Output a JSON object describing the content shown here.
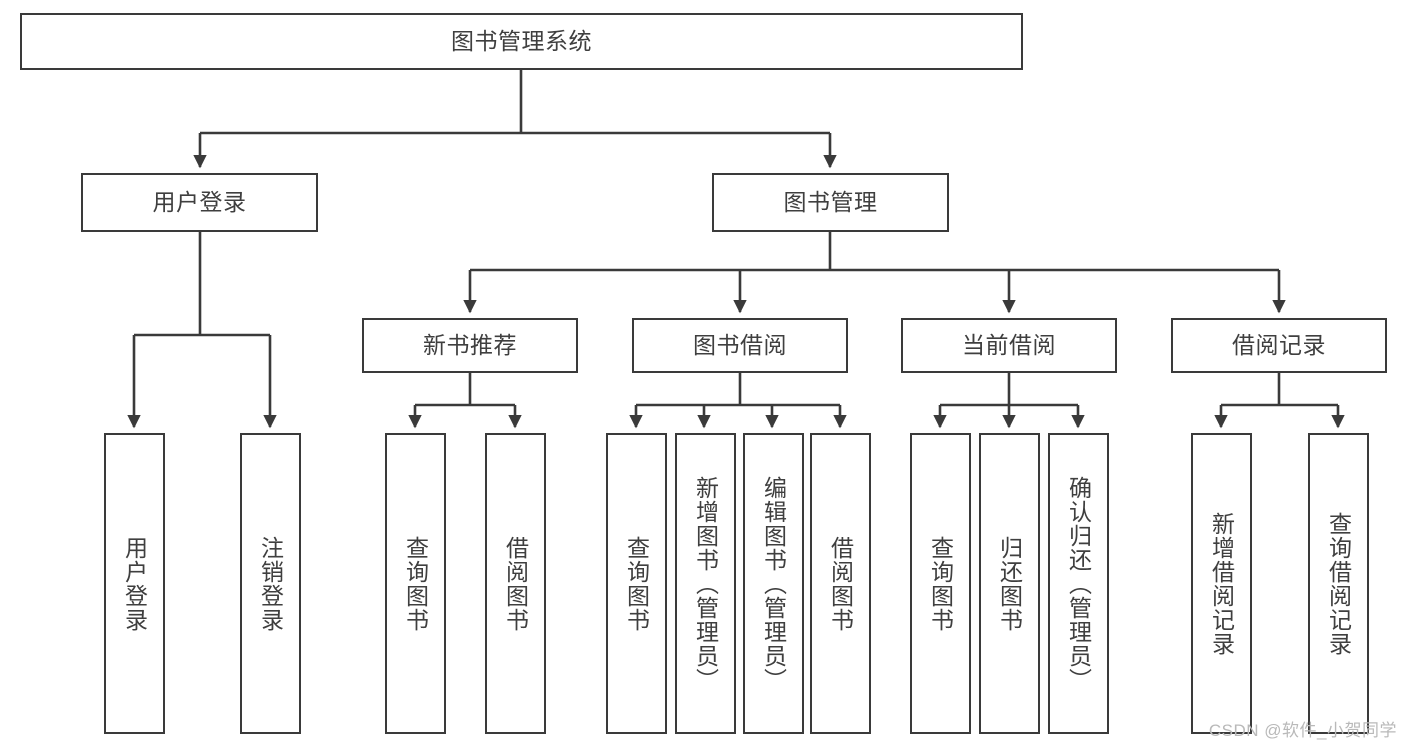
{
  "diagram": {
    "title": "图书管理系统",
    "type": "hierarchy-tree",
    "line_color": "#3a3a3a",
    "box_fill": "#ffffff",
    "text_color": "#3f3f3f",
    "levels": [
      {
        "level": 1,
        "labels": [
          "图书管理系统"
        ]
      },
      {
        "level": 2,
        "labels": [
          "用户登录",
          "图书管理"
        ]
      },
      {
        "level": 3,
        "labels": [
          "新书推荐",
          "图书借阅",
          "当前借阅",
          "借阅记录"
        ]
      },
      {
        "level": 4,
        "labels": [
          "用户登录",
          "注销登录",
          "查询图书",
          "借阅图书",
          "查询图书",
          "新增图书（管理员）",
          "编辑图书（管理员）",
          "借阅图书",
          "查询图书",
          "归还图书",
          "确认归还（管理员）",
          "新增借阅记录",
          "查询借阅记录"
        ]
      }
    ],
    "nodes": {
      "root": {
        "label": "图书管理系统"
      },
      "user_login": {
        "label": "用户登录"
      },
      "book_manage": {
        "label": "图书管理"
      },
      "new_book_rec": {
        "label": "新书推荐"
      },
      "book_borrow": {
        "label": "图书借阅"
      },
      "current_borrow": {
        "label": "当前借阅"
      },
      "borrow_record": {
        "label": "借阅记录"
      },
      "leaf_user_login": {
        "label": "用户登录"
      },
      "leaf_logout": {
        "label": "注销登录"
      },
      "leaf_query_book_1": {
        "label": "查询图书"
      },
      "leaf_borrow_book_1": {
        "label": "借阅图书"
      },
      "leaf_query_book_2": {
        "label": "查询图书"
      },
      "leaf_add_book": {
        "label": "新增图书（管理员）"
      },
      "leaf_edit_book": {
        "label": "编辑图书（管理员）"
      },
      "leaf_borrow_book_2": {
        "label": "借阅图书"
      },
      "leaf_query_book_3": {
        "label": "查询图书"
      },
      "leaf_return_book": {
        "label": "归还图书"
      },
      "leaf_confirm_return": {
        "label": "确认归还（管理员）"
      },
      "leaf_add_record": {
        "label": "新增借阅记录"
      },
      "leaf_query_record": {
        "label": "查询借阅记录"
      }
    },
    "edges": [
      {
        "from": "root",
        "to": "user_login"
      },
      {
        "from": "root",
        "to": "book_manage"
      },
      {
        "from": "book_manage",
        "to": "new_book_rec"
      },
      {
        "from": "book_manage",
        "to": "book_borrow"
      },
      {
        "from": "book_manage",
        "to": "current_borrow"
      },
      {
        "from": "book_manage",
        "to": "borrow_record"
      },
      {
        "from": "user_login",
        "to": "leaf_user_login"
      },
      {
        "from": "user_login",
        "to": "leaf_logout"
      },
      {
        "from": "new_book_rec",
        "to": "leaf_query_book_1"
      },
      {
        "from": "new_book_rec",
        "to": "leaf_borrow_book_1"
      },
      {
        "from": "book_borrow",
        "to": "leaf_query_book_2"
      },
      {
        "from": "book_borrow",
        "to": "leaf_add_book"
      },
      {
        "from": "book_borrow",
        "to": "leaf_edit_book"
      },
      {
        "from": "book_borrow",
        "to": "leaf_borrow_book_2"
      },
      {
        "from": "current_borrow",
        "to": "leaf_query_book_3"
      },
      {
        "from": "current_borrow",
        "to": "leaf_return_book"
      },
      {
        "from": "current_borrow",
        "to": "leaf_confirm_return"
      },
      {
        "from": "borrow_record",
        "to": "leaf_add_record"
      },
      {
        "from": "borrow_record",
        "to": "leaf_query_record"
      }
    ]
  },
  "watermark": {
    "text": "CSDN @软件_小贺同学"
  }
}
